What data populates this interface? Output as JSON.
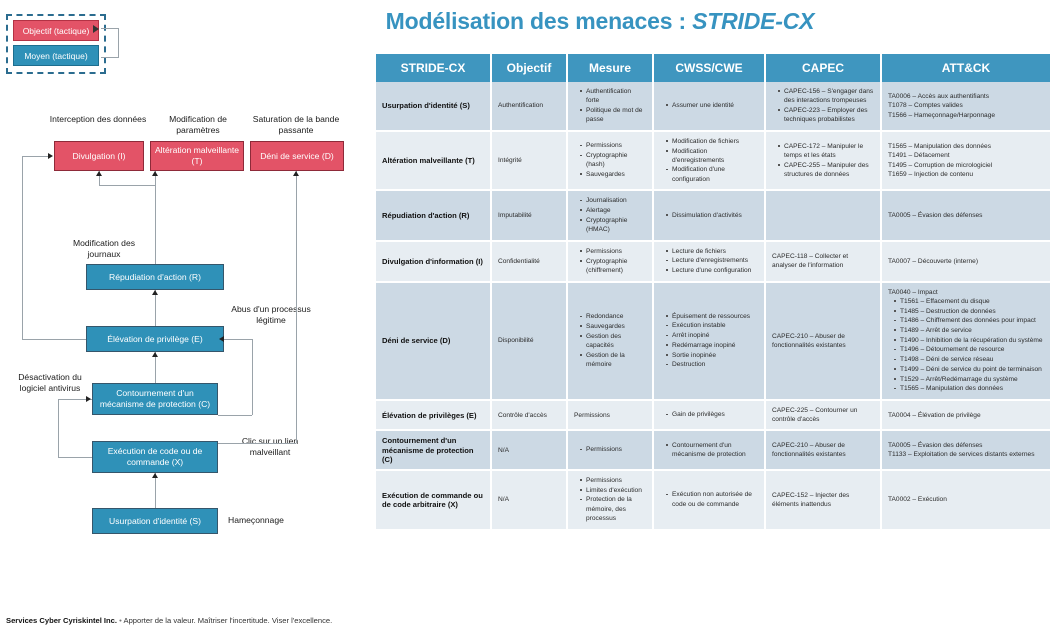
{
  "title": {
    "main": "Modélisation des menaces : ",
    "emph": "STRIDE-CX"
  },
  "colors": {
    "accent": "#3f96bf",
    "red": "#e35367",
    "blue": "#2f91b8",
    "row_odd": "#ccd9e4",
    "row_even": "#e7edf2"
  },
  "legend": {
    "objective": "Objectif (tactique)",
    "means": "Moyen (tactique)"
  },
  "diagram": {
    "captions": {
      "interception": "Interception des données",
      "modification": "Modification de paramètres",
      "saturation": "Saturation de la bande passante"
    },
    "nodes": {
      "divulgation": "Divulgation (I)",
      "alteration": "Altération malveillante (T)",
      "deni": "Déni de service (D)",
      "repudiation": "Répudiation d'action (R)",
      "elevation": "Élévation de privilège (E)",
      "contournement": "Contournement d'un mécanisme de protection (C)",
      "execution": "Exécution de code ou de commande (X)",
      "usurpation": "Usurpation d'identité (S)"
    },
    "edge_labels": {
      "journaux": "Modification des journaux",
      "abus": "Abus d'un processus légitime",
      "antivirus": "Désactivation du logiciel antivirus",
      "clic": "Clic sur un lien malveillant",
      "hameconnage": "Hameçonnage"
    }
  },
  "table": {
    "headers": [
      "STRIDE-CX",
      "Objectif",
      "Mesure",
      "CWSS/CWE",
      "CAPEC",
      "ATT&CK"
    ],
    "rows": [
      {
        "threat": "Usurpation d'identité (S)",
        "objectif": "Authentification",
        "mesure": [
          "Authentification forte",
          "Politique de mot de passe"
        ],
        "cwss": [
          "Assumer une identité"
        ],
        "capec": [
          "CAPEC-156 – S'engager dans des interactions trompeuses",
          "CAPEC-223 – Employer des techniques probabilistes"
        ],
        "attack": [
          "TA0006 – Accès aux authentifiants",
          "T1078 – Comptes valides",
          "T1566 – Hameçonnage/Harponnage"
        ],
        "capec_style": "list",
        "attack_style": "plain"
      },
      {
        "threat": "Altération malveillante (T)",
        "objectif": "Intégrité",
        "mesure": [
          "Permissions",
          "Cryptographie (hash)",
          "Sauvegardes"
        ],
        "cwss": [
          "Modification de fichiers",
          "Modification d'enregistrements",
          "Modification d'une configuration"
        ],
        "capec": [
          "CAPEC-172 – Manipuler le temps et les états",
          "CAPEC-255 – Manipuler des structures de données"
        ],
        "attack": [
          "T1565 – Manipulation des données",
          "T1491 – Défacement",
          "T1495 – Corruption de micrologiciel",
          "T1659 – Injection de contenu"
        ],
        "capec_style": "list",
        "attack_style": "plain"
      },
      {
        "threat": "Répudiation d'action (R)",
        "objectif": "Imputabilité",
        "mesure": [
          "Journalisation",
          "Alertage",
          "Cryptographie (HMAC)"
        ],
        "cwss": [
          "Dissimulation d'activités"
        ],
        "capec": [],
        "attack": [
          "TA0005 – Évasion des défenses"
        ],
        "capec_style": "plain",
        "attack_style": "plain"
      },
      {
        "threat": "Divulgation d'information (I)",
        "objectif": "Confidentialité",
        "mesure": [
          "Permissions",
          "Cryptographie (chiffrement)"
        ],
        "cwss": [
          "Lecture de fichiers",
          "Lecture d'enregistrements",
          "Lecture d'une configuration"
        ],
        "capec": [
          "CAPEC-118 – Collecter et analyser de l'information"
        ],
        "attack": [
          "TA0007 – Découverte (interne)"
        ],
        "capec_style": "plain",
        "attack_style": "plain"
      },
      {
        "threat": "Déni de service (D)",
        "objectif": "Disponibilité",
        "mesure": [
          "Redondance",
          "Sauvegardes",
          "Gestion des capacités",
          "Gestion de la mémoire"
        ],
        "cwss": [
          "Épuisement de ressources",
          "Exécution instable",
          "Arrêt inopiné",
          "Redémarrage inopiné",
          "Sortie inopinée",
          "Destruction"
        ],
        "capec": [
          "CAPEC-210 – Abuser de fonctionnalités existantes"
        ],
        "attack_head": "TA0040 – Impact",
        "attack": [
          "T1561 – Effacement du disque",
          "T1485 – Destruction de données",
          "T1486 – Chiffrement des données pour impact",
          "T1489 – Arrêt de service",
          "T1490 – Inhibition de la récupération du système",
          "T1496 – Détournement de resource",
          "T1498 – Déni de service réseau",
          "T1499 – Déni de service du point de terminaison",
          "T1529 – Arrêt/Redémarrage du système",
          "T1565 – Manipulation des données"
        ],
        "capec_style": "plain",
        "attack_style": "list"
      },
      {
        "threat": "Élévation de privilèges (E)",
        "objectif": "Contrôle d'accès",
        "mesure_plain": "Permissions",
        "mesure": [],
        "cwss": [
          "Gain de privilèges"
        ],
        "capec": [
          "CAPEC-225 – Contourner un contrôle d'accès"
        ],
        "attack": [
          "TA0004 – Élévation de privilège"
        ],
        "capec_style": "plain",
        "attack_style": "plain"
      },
      {
        "threat": "Contournement d'un mécanisme de protection (C)",
        "objectif": "N/A",
        "mesure": [
          "Permissions"
        ],
        "cwss": [
          "Contournement d'un mécanisme de protection"
        ],
        "capec": [
          "CAPEC-210 – Abuser de fonctionnalités existantes"
        ],
        "attack": [
          "TA0005 – Évasion des défenses",
          "T1133 – Exploitation de services distants externes"
        ],
        "capec_style": "plain",
        "attack_style": "plain"
      },
      {
        "threat": "Exécution de commande ou de code arbitraire (X)",
        "objectif": "N/A",
        "mesure": [
          "Permissions",
          "Limites d'exécution",
          "Protection de la mémoire, des processus"
        ],
        "cwss": [
          "Exécution non autorisée de code ou de commande"
        ],
        "capec": [
          "CAPEC-152 – Injecter des éléments inattendus"
        ],
        "attack": [
          "TA0002 – Exécution"
        ],
        "capec_style": "plain",
        "attack_style": "plain"
      }
    ]
  },
  "footer": {
    "company": "Services Cyber Cyriskintel Inc.",
    "sep": "•",
    "tagline": "Apporter de la valeur. Maîtriser l'incertitude. Viser l'excellence."
  }
}
